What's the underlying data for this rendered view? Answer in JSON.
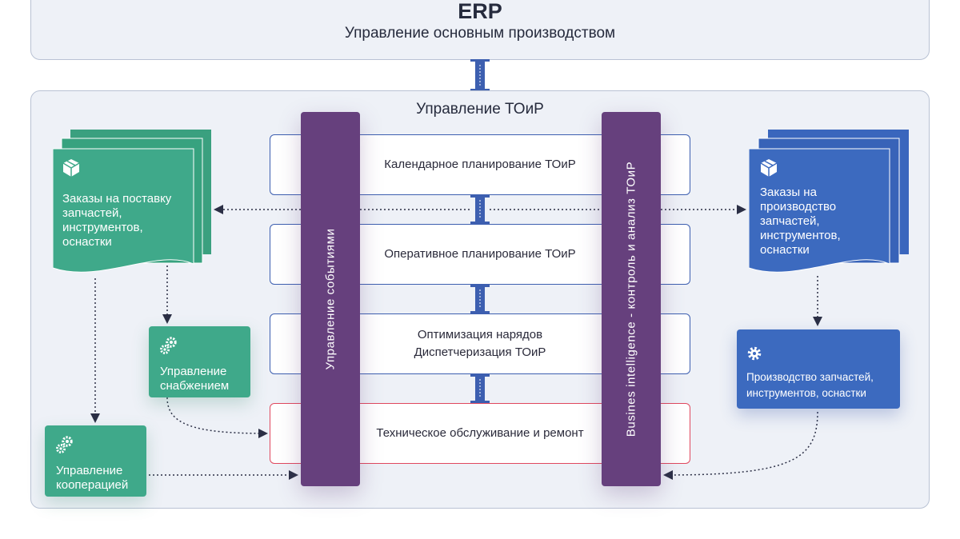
{
  "erp": {
    "title": "ERP",
    "subtitle": "Управление основным производством"
  },
  "main": {
    "title": "Управление ТОиР"
  },
  "processes": [
    {
      "lines": [
        "Календарное планирование ТОиР"
      ]
    },
    {
      "lines": [
        "Оперативное планирование ТОиР"
      ]
    },
    {
      "lines": [
        "Оптимизация нарядов",
        "Диспетчеризация ТОиР"
      ]
    },
    {
      "lines": [
        "Техническое обслуживание и ремонт"
      ]
    }
  ],
  "bars": {
    "left": "Управление событиями",
    "right": "Businеs intelligence - контроль и анализ ТОиР"
  },
  "left_side": {
    "orders": [
      "Заказы на поставку",
      "запчастей,",
      "инструментов,",
      "оснастки"
    ],
    "supply": [
      "Управление",
      "снабжением"
    ],
    "cooperation": [
      "Управление",
      "кооперацией"
    ]
  },
  "right_side": {
    "orders": [
      "Заказы на",
      "производство",
      "запчастей,",
      "инструментов,",
      "оснастки"
    ],
    "production": [
      "Производство запчастей,",
      "инструментов, оснастки"
    ]
  },
  "icons": {
    "box": "package-icon",
    "gears": "gears-icon",
    "gear": "gear-icon"
  },
  "colors": {
    "green": "#3fa98a",
    "blue": "#3c6abf",
    "purple": "#66407d",
    "connector": "#3d5fb0",
    "red_border": "#e0485e"
  }
}
